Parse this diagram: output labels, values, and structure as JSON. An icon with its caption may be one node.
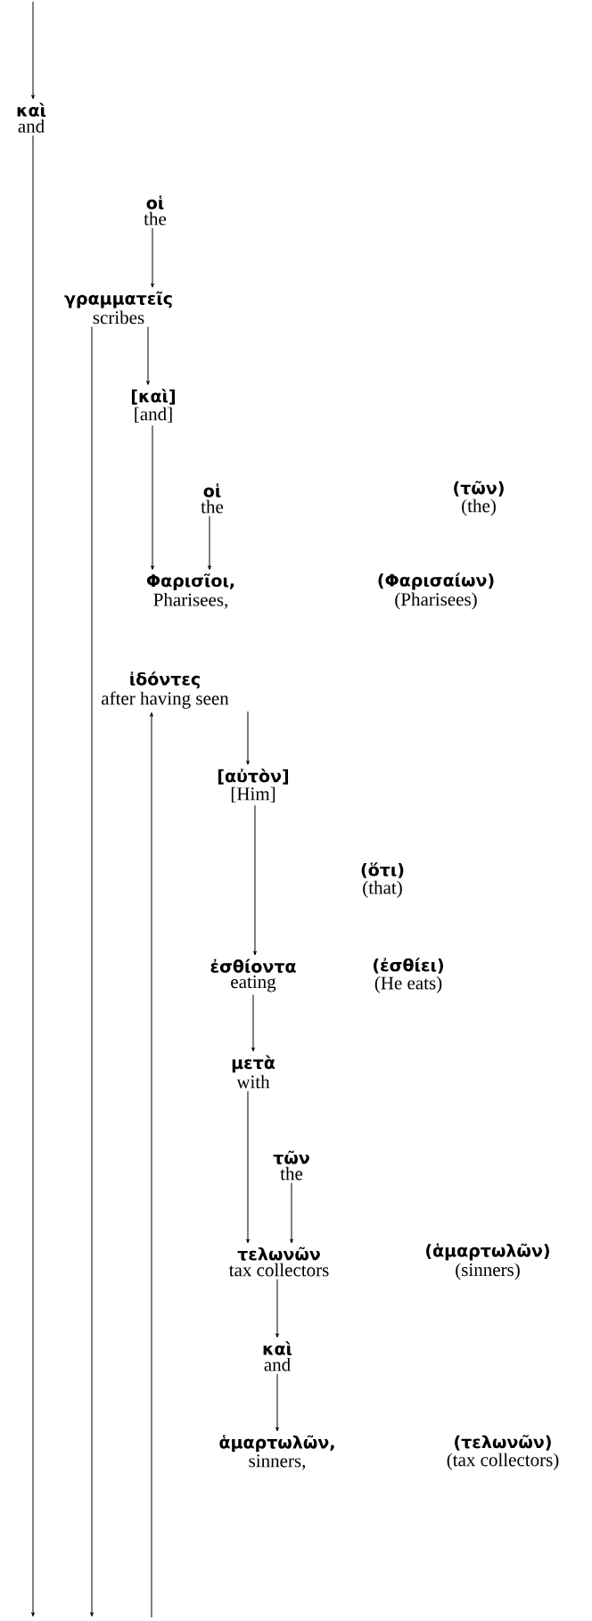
{
  "diagram": {
    "nodes": [
      {
        "text": [
          "καὶ",
          "and"
        ]
      },
      {
        "text": [
          "οἱ",
          "the"
        ]
      },
      {
        "text": [
          "γραμματεῖς",
          "scribes"
        ]
      },
      {
        "text": [
          "[καὶ]",
          "[and]"
        ]
      },
      {
        "text": [
          "οἱ",
          "the"
        ]
      },
      {
        "text": [
          "(τῶν)",
          "(the)"
        ]
      },
      {
        "text": [
          "Φαρισῖοι,",
          "Pharisees,"
        ]
      },
      {
        "text": [
          "(Φαρισαίων)",
          "(Pharisees)"
        ]
      },
      {
        "text": [
          "ἰδόντες",
          "after having seen"
        ]
      },
      {
        "text": [
          "[αὐτὸν]",
          "[Him]"
        ]
      },
      {
        "text": [
          "(ὅτι)",
          "(that)"
        ]
      },
      {
        "text": [
          "ἐσθίοντα",
          "eating"
        ]
      },
      {
        "text": [
          "(ἐσθίει)",
          "(He eats)"
        ]
      },
      {
        "text": [
          "μετὰ",
          "with"
        ]
      },
      {
        "text": [
          "τῶν",
          "the"
        ]
      },
      {
        "text": [
          "τελωνῶν",
          "tax collectors"
        ]
      },
      {
        "text": [
          "(ἁμαρτωλῶν)",
          "(sinners)"
        ]
      },
      {
        "text": [
          "καὶ",
          "and"
        ]
      },
      {
        "text": [
          "ἁμαρτωλῶν,",
          "sinners,"
        ]
      },
      {
        "text": [
          "(τελωνῶν)",
          "(tax collectors)"
        ]
      }
    ],
    "edges": [
      {
        "from": null,
        "to": 0,
        "arrow": "to"
      },
      {
        "from": 0,
        "to": null,
        "arrow": "to"
      },
      {
        "from": 1,
        "to": 2,
        "arrow": "to"
      },
      {
        "from": 2,
        "to": null,
        "arrow": "to"
      },
      {
        "from": 2,
        "to": 3,
        "arrow": "to"
      },
      {
        "from": 3,
        "to": 6,
        "arrow": "to"
      },
      {
        "from": 4,
        "to": 6,
        "arrow": "to"
      },
      {
        "from": null,
        "to": 8,
        "arrow": "to"
      },
      {
        "from": 8,
        "to": 9,
        "arrow": "to"
      },
      {
        "from": 9,
        "to": 11,
        "arrow": "to"
      },
      {
        "from": 11,
        "to": 13,
        "arrow": "to"
      },
      {
        "from": 13,
        "to": 15,
        "arrow": "to"
      },
      {
        "from": 14,
        "to": 15,
        "arrow": "to"
      },
      {
        "from": 15,
        "to": 17,
        "arrow": "to"
      },
      {
        "from": 17,
        "to": 18,
        "arrow": "to"
      }
    ]
  }
}
